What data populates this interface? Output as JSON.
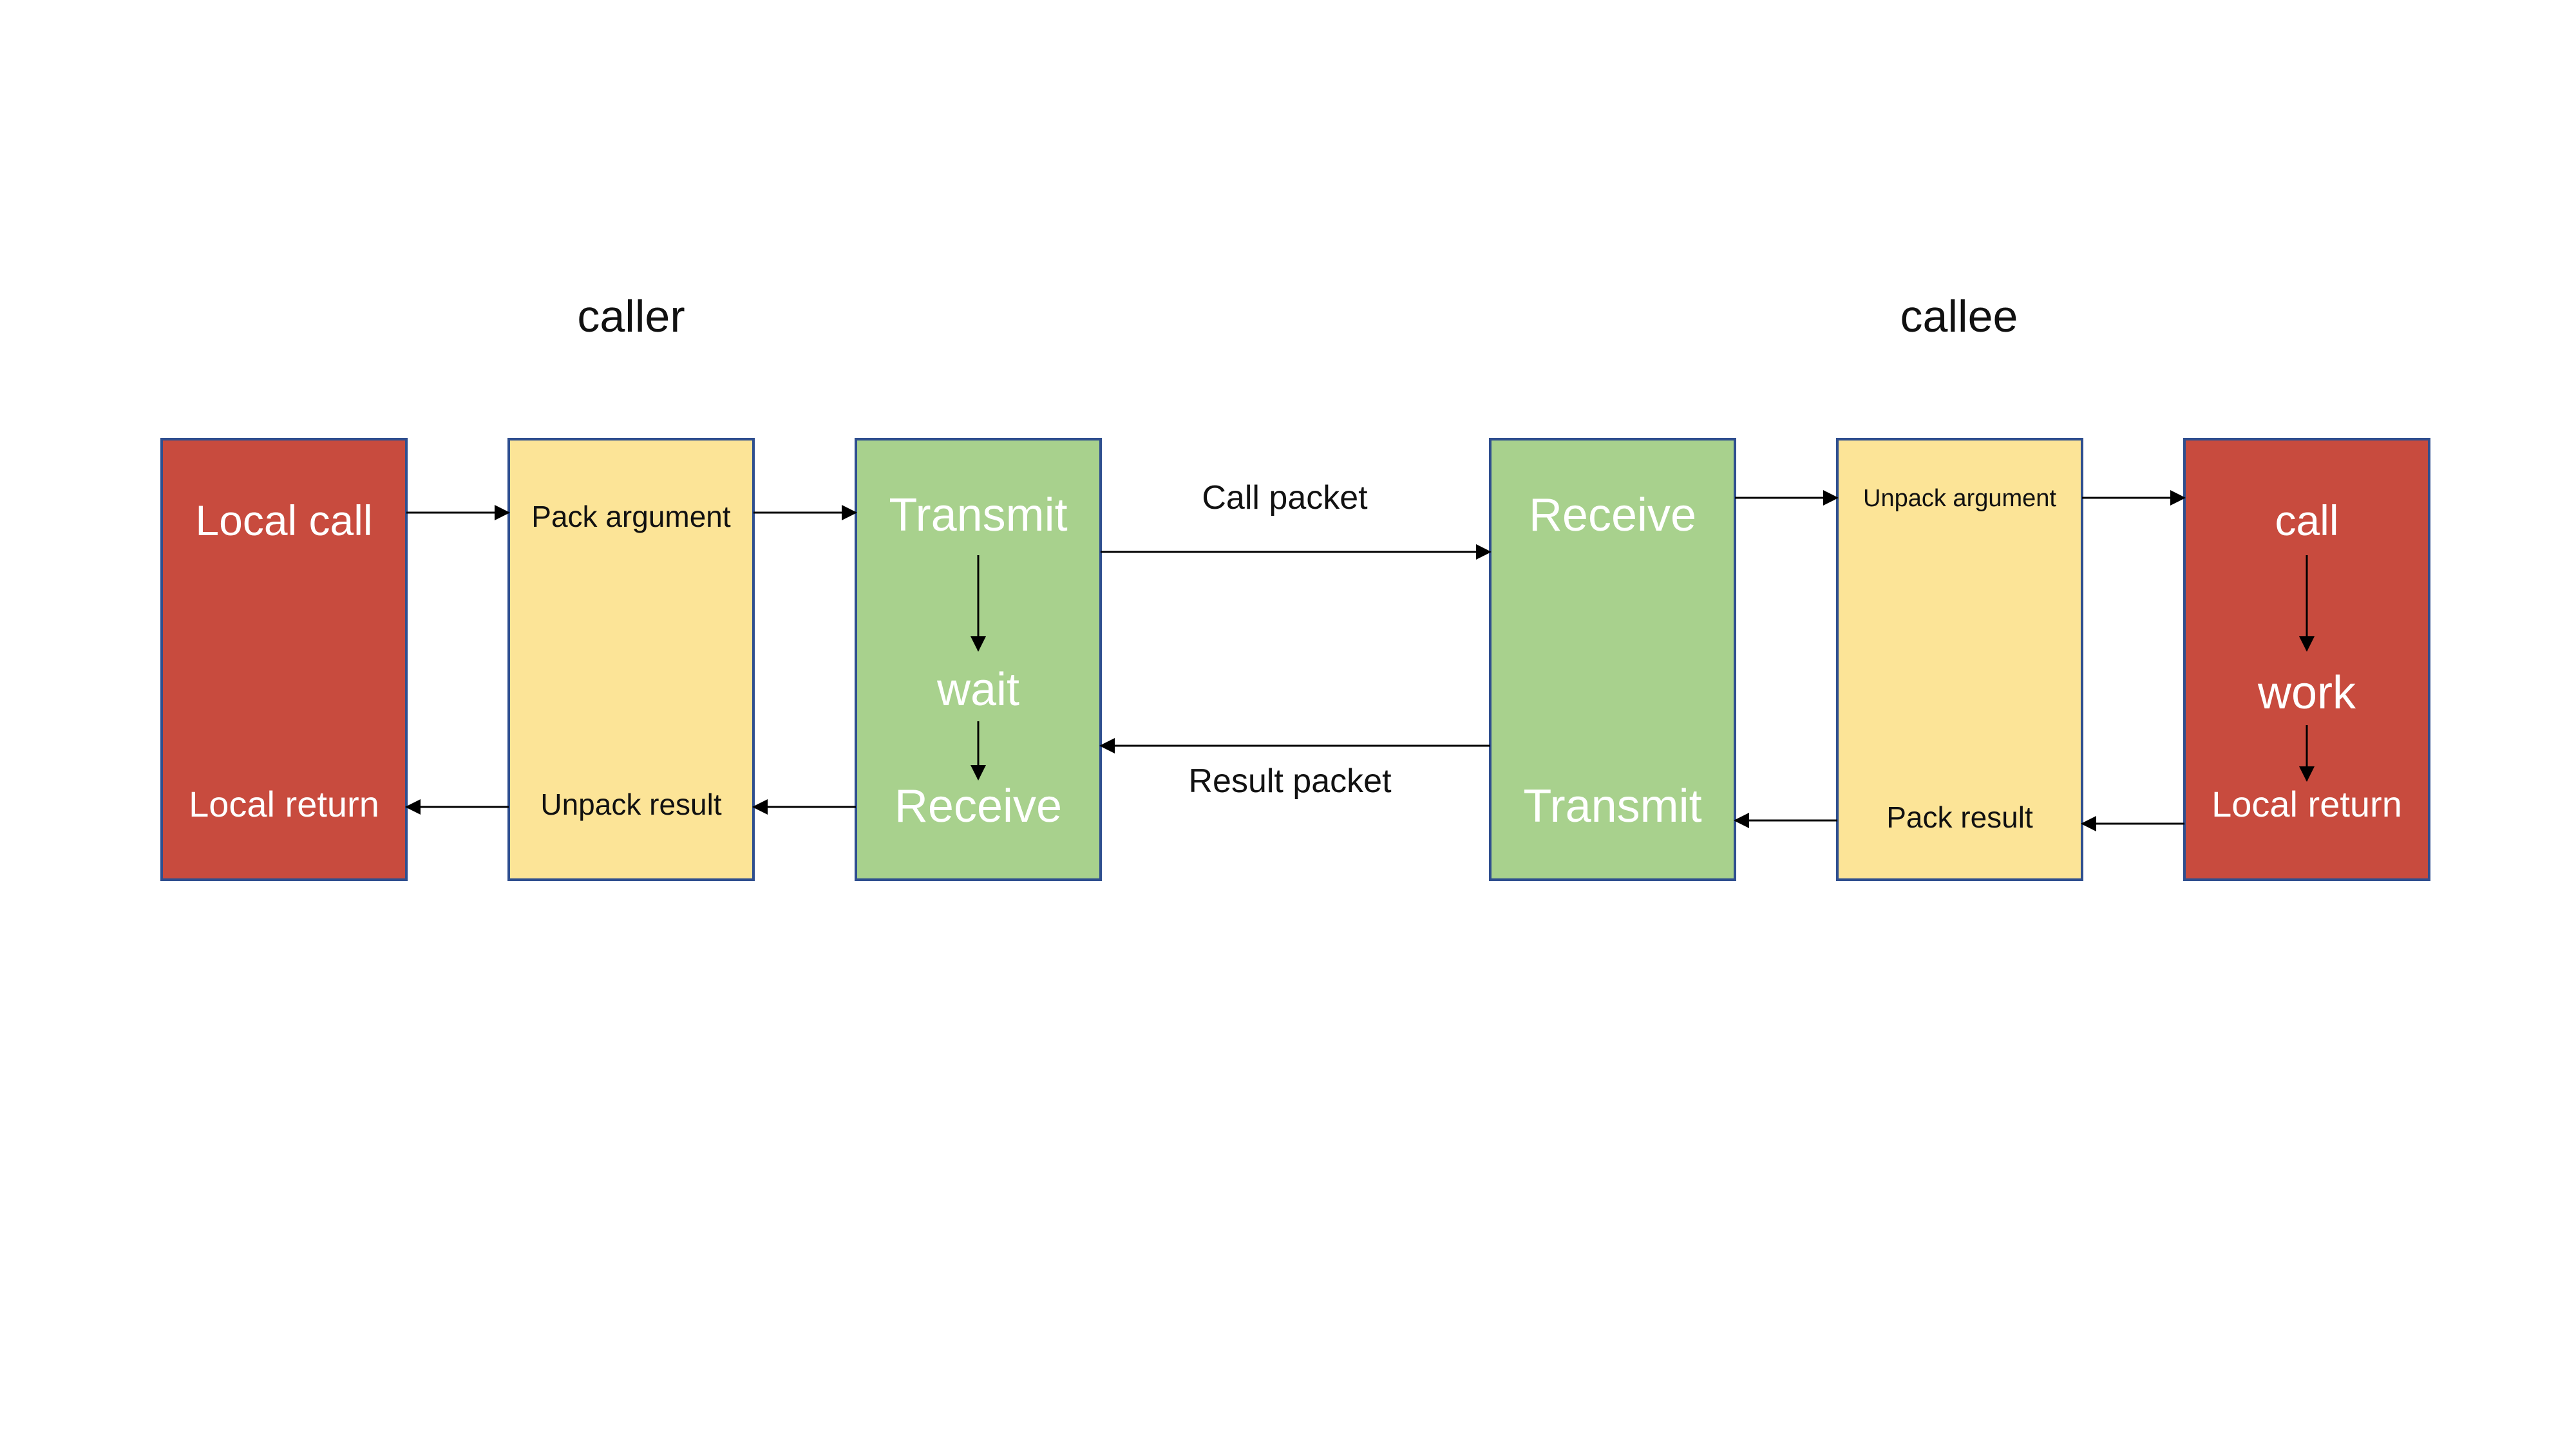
{
  "caller": {
    "title": "caller",
    "local": {
      "call": "Local call",
      "return": "Local return"
    },
    "stub": {
      "pack": "Pack argument",
      "unpack": "Unpack result"
    },
    "runtime": {
      "transmit": "Transmit",
      "wait": "wait",
      "receive": "Receive"
    }
  },
  "callee": {
    "title": "callee",
    "runtime": {
      "receive": "Receive",
      "transmit": "Transmit"
    },
    "stub": {
      "unpack": "Unpack argument",
      "pack": "Pack result"
    },
    "server": {
      "call": "call",
      "work": "work",
      "return": "Local return"
    }
  },
  "network": {
    "call_packet": "Call packet",
    "result_packet": "Result packet"
  },
  "colors": {
    "red": "#C84B3E",
    "yellow": "#FCE497",
    "green": "#A8D18D",
    "border": "#2F4F8F"
  }
}
